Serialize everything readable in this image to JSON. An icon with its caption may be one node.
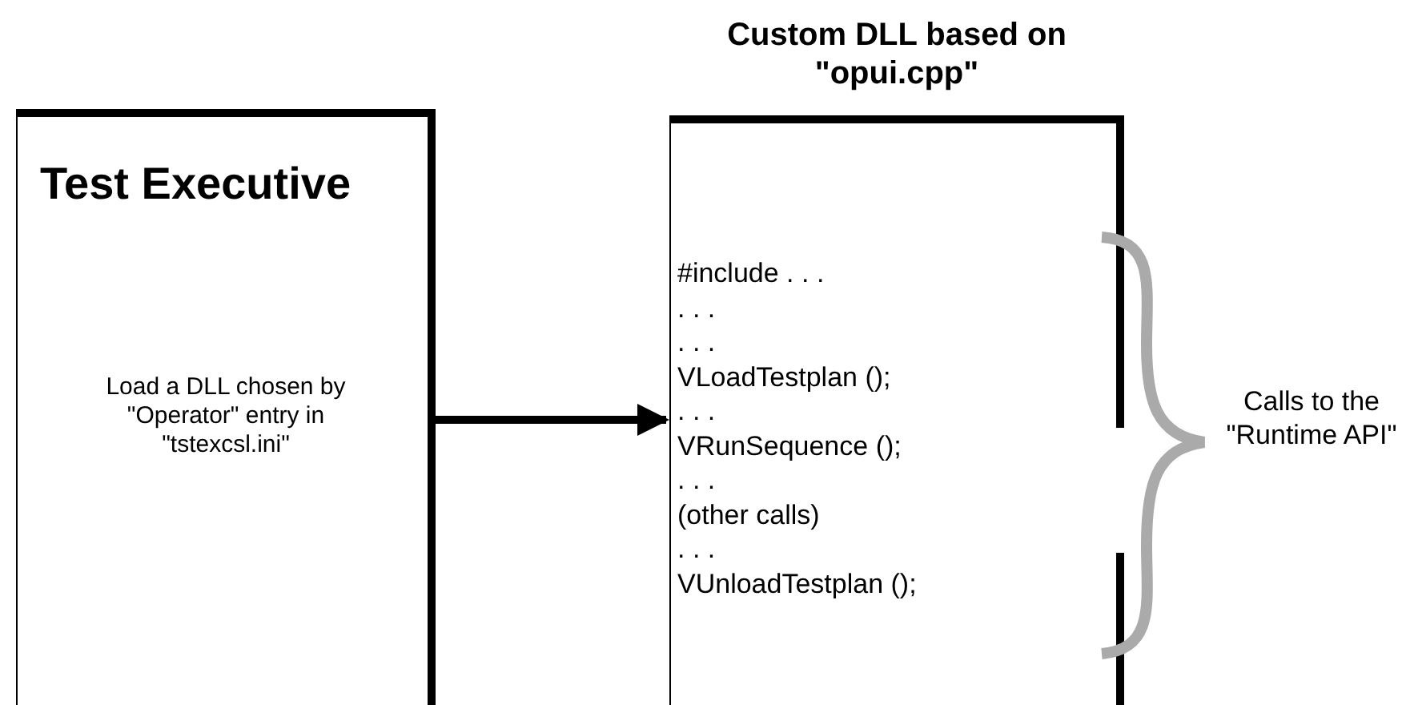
{
  "diagram": {
    "nodes": [
      {
        "text": [
          "Test Executive",
          "Load a DLL chosen by \"Operator\" entry in \"tstexcsl.ini\""
        ]
      },
      {
        "text": [
          "Custom DLL based on \"opui.cpp\"",
          "#include . . .",
          ". . .",
          ". . .",
          "VLoadTestplan ();",
          ". . .",
          "VRunSequence ();",
          ". . .",
          "(other calls)",
          ". . .",
          "VUnloadTestplan ();"
        ]
      }
    ],
    "edges": [
      {
        "from": 0,
        "to": 1,
        "arrow": "to"
      }
    ],
    "labels": [
      "Calls to the \"Runtime API\""
    ]
  }
}
